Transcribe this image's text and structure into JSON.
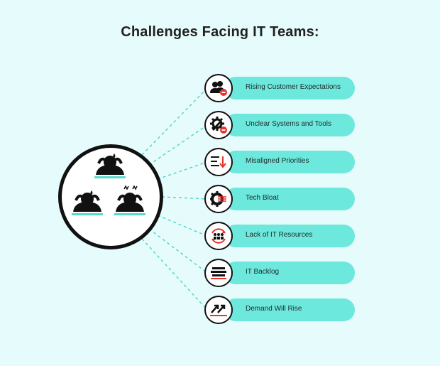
{
  "title": "Challenges Facing IT Teams:",
  "colors": {
    "accent": "#6de8dc",
    "alert": "#e8322b",
    "ink": "#111111",
    "background": "#e6fbfb"
  },
  "challenges": [
    {
      "label": "Rising Customer Expectations",
      "icon": "users-warning-icon"
    },
    {
      "label": "Unclear Systems and Tools",
      "icon": "gear-wrench-icon"
    },
    {
      "label": "Misaligned Priorities",
      "icon": "priority-list-icon"
    },
    {
      "label": "Tech Bloat",
      "icon": "gear-lines-icon"
    },
    {
      "label": "Lack of IT Resources",
      "icon": "team-cycle-icon"
    },
    {
      "label": "IT Backlog",
      "icon": "stacked-bars-icon"
    },
    {
      "label": "Demand Will Rise",
      "icon": "rising-arrows-icon"
    }
  ]
}
